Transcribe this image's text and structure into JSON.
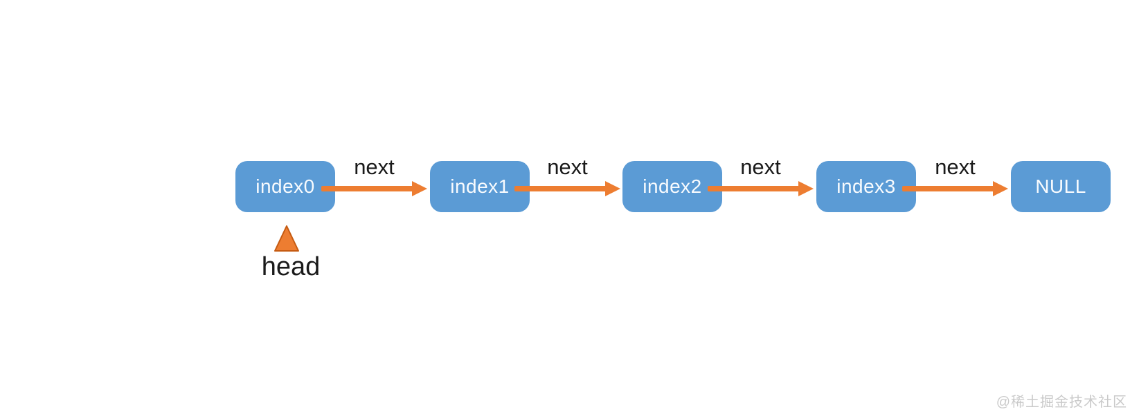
{
  "diagram": {
    "nodes": [
      {
        "label": "index0"
      },
      {
        "label": "index1"
      },
      {
        "label": "index2"
      },
      {
        "label": "index3"
      },
      {
        "label": "NULL"
      }
    ],
    "arrows": [
      {
        "label": "next"
      },
      {
        "label": "next"
      },
      {
        "label": "next"
      },
      {
        "label": "next"
      }
    ],
    "pointer": {
      "label": "head"
    }
  },
  "watermark": {
    "text": "@稀土掘金技术社区"
  },
  "colors": {
    "node_fill": "#5B9BD5",
    "node_text": "#F8FBFE",
    "arrow": "#ED7D31",
    "pointer_fill": "#ED7D31",
    "pointer_stroke": "#C55A11",
    "label_text": "#1A1A1A",
    "watermark_text": "#CACACA",
    "background": "#FFFFFF"
  }
}
